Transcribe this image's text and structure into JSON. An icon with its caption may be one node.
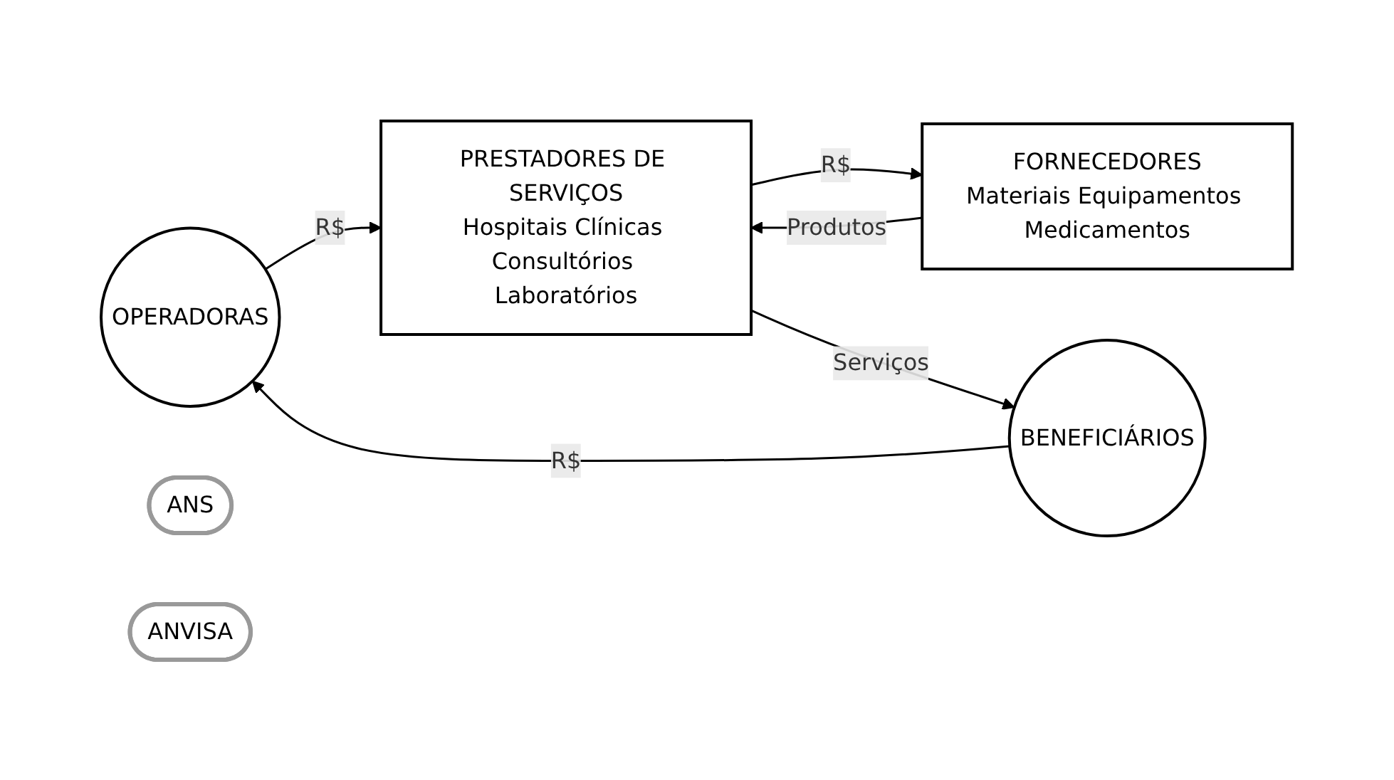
{
  "diagram": {
    "nodes": [
      {
        "text": [
          "OPERADORAS"
        ]
      },
      {
        "text": [
          "ANS"
        ]
      },
      {
        "text": [
          "FORNECEDORES",
          "Materiais Equipamentos Medicamentos"
        ]
      },
      {
        "text": [
          "PRESTADORES DE SERVIÇOS",
          "Hospitais Clínicas Consultórios Laboratórios"
        ]
      },
      {
        "text": [
          "BENEFICIÁRIOS"
        ]
      },
      {
        "text": [
          "ANVISA"
        ]
      }
    ],
    "edges": [
      {
        "from": 0,
        "to": 3,
        "arrow": "to",
        "label": "R$"
      },
      {
        "from": 4,
        "to": 0,
        "arrow": "to",
        "label": "R$"
      },
      {
        "from": 2,
        "to": 3,
        "arrow": "to",
        "label": "Produtos"
      },
      {
        "from": 3,
        "to": 2,
        "arrow": "to",
        "label": "R$"
      },
      {
        "from": 3,
        "to": 4,
        "arrow": "to",
        "label": "Serviços"
      }
    ]
  }
}
